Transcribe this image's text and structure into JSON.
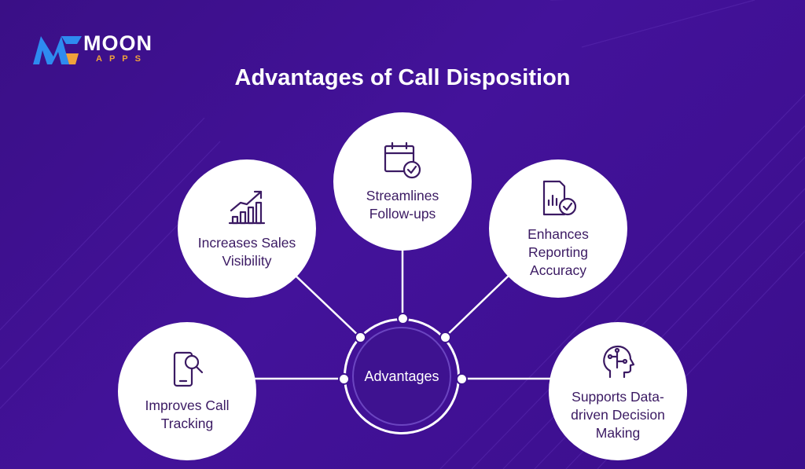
{
  "brand": {
    "name": "MOON",
    "sub": "APPS",
    "colors": {
      "moon_blue": "#2e8bf0",
      "apps_orange": "#f0a23a"
    }
  },
  "title": "Advantages of Call Disposition",
  "center": {
    "label": "Advantages"
  },
  "nodes": [
    {
      "id": "improves-call-tracking",
      "label": "Improves Call Tracking",
      "icon": "phone-search-icon"
    },
    {
      "id": "increases-sales-visibility",
      "label": "Increases Sales Visibility",
      "icon": "bar-chart-growth-icon"
    },
    {
      "id": "streamlines-follow-ups",
      "label": "Streamlines Follow-ups",
      "icon": "calendar-check-icon"
    },
    {
      "id": "enhances-reporting-accuracy",
      "label": "Enhances Reporting Accuracy",
      "icon": "report-check-icon"
    },
    {
      "id": "supports-data-driven-decision-making",
      "label": "Supports Data-driven Decision Making",
      "icon": "head-circuit-icon"
    }
  ],
  "colors": {
    "background": "#3f1190",
    "node_fill": "#ffffff",
    "node_text": "#3b1a63",
    "connector": "#ffffff"
  }
}
